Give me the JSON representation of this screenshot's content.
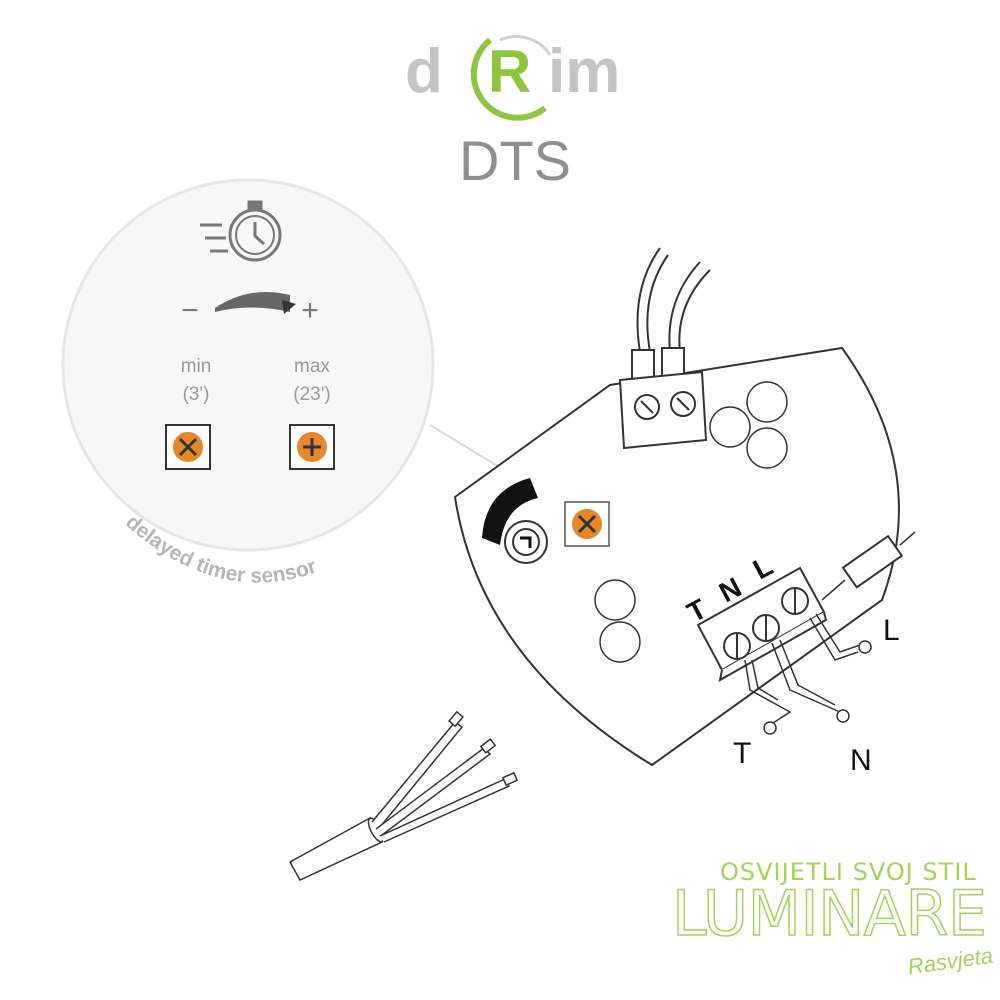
{
  "brand": {
    "logo_left": "d",
    "logo_mid": "R",
    "logo_right": "im",
    "product": "DTS"
  },
  "sensor_panel": {
    "minus": "−",
    "plus": "+",
    "min_label": "min",
    "min_value": "(3')",
    "max_label": "max",
    "max_value": "(23')",
    "caption": "delayed timer sensor"
  },
  "terminals": {
    "block_labels": [
      "T",
      "N",
      "L"
    ],
    "wire_labels": {
      "L": "L",
      "N": "N",
      "T": "T"
    }
  },
  "watermark": {
    "tagline": "OSVIJETLI SVOJ STIL",
    "name": "LUMINARE",
    "script": "Rasvjeta"
  },
  "colors": {
    "green": "#8cc63f",
    "gray": "#9a9a9a",
    "orange": "#e8862a",
    "watermark": "#a6d25a"
  }
}
